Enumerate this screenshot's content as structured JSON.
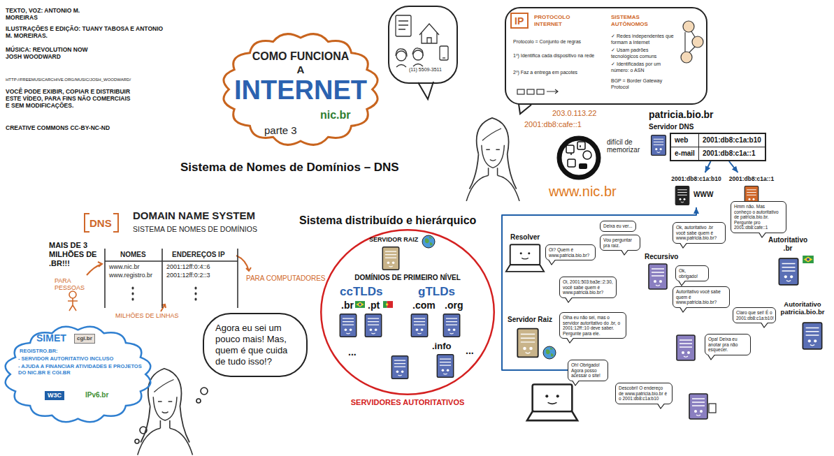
{
  "diagram": {
    "title": "Sistema de Nomes de Domínios – DNS",
    "nodes": [
      {
        "text": [
          "COMO FUNCIONA",
          "A",
          "INTERNET",
          "nic.br",
          "parte 3"
        ]
      },
      {
        "text": [
          "(11) 5509-3511"
        ]
      },
      {
        "text": [
          "IP",
          "PROTOCOLO INTERNET",
          "Protocolo = Conjunto de regras",
          "1º) Identifica cada dispositivo na rede",
          "2º) Faz a entrega em pacotes",
          "SISTEMAS AUTÔNOMOS",
          "✓ Redes independentes que formam a Internet",
          "✓ Usam padrões tecnológicos comuns",
          "✓ Identificadas por um número: o ASN",
          "BGP = Border Gateway Protocol"
        ]
      },
      {
        "text": [
          "web",
          "2001:db8:c1a:b10",
          "e-mail",
          "2001:db8:c1a::1"
        ]
      },
      {
        "text": [
          "2001:db8:c1a:b10",
          "WWW"
        ]
      },
      {
        "text": [
          "2001:db8:c1a::1"
        ]
      },
      {
        "text": [
          "NOMES",
          "ENDEREÇOS IP",
          "www.nic.br",
          "www.registro.br",
          "2001:12ff:0:4::6",
          "2001:12ff:0:2::3"
        ]
      },
      {
        "text": [
          "SERVIDOR RAIZ",
          "DOMÍNIOS DE PRIMEIRO NÍVEL",
          "ccTLDs",
          "gTLDs",
          ".br",
          ".pt",
          ".com",
          ".org",
          "...",
          ".info",
          "...",
          "SERVIDORES AUTORITATIVOS"
        ]
      },
      {
        "text": [
          "Agora eu sei um pouco mais! Mas, quem é que cuida de tudo isso!?"
        ]
      },
      {
        "text": [
          "SIMET",
          "cgi.br",
          "REGISTRO.BR:",
          "- SERVIDOR AUTORITATIVO INCLUSO",
          "- AJUDA A FINANCIAR ATIVIDADES E PROJETOS DO NIC.BR E CGI.BR",
          "W3C",
          "IPv6.br"
        ]
      },
      {
        "text": [
          "Oi? Quem é www.patricia.bio.br?"
        ]
      },
      {
        "text": [
          "Deixa eu ver..."
        ]
      },
      {
        "text": [
          "Vou perguntar pra raiz."
        ]
      },
      {
        "text": [
          "Oi, 2001:503:ba3e::2:30, você sabe quem é www.patricia.bio.br?"
        ]
      },
      {
        "text": [
          "Olha eu não sei, mas o servidor autoritativo do .br, o 2001:12ff::10 deve saber. Pergunte para ele."
        ]
      },
      {
        "text": [
          "Ok, autoritativo .br você sabe quem é www.patricia.bio.br?"
        ]
      },
      {
        "text": [
          "Hmm não. Mas conheço o autoritativo de patricia.bio.br. Pergunte pro 2001:db8:cafe::1"
        ]
      },
      {
        "text": [
          "Ok, obrigado!"
        ]
      },
      {
        "text": [
          "Autoritativo você sabe quem é www.patricia.bio.br?"
        ]
      },
      {
        "text": [
          "Claro que sei! É o 2001:db8:c1a:b10!"
        ]
      },
      {
        "text": [
          "Opa! Deixa eu anotar pra não esquecer."
        ]
      },
      {
        "text": [
          "Oh! Obrigado! Agora posso acessar o site!"
        ]
      },
      {
        "text": [
          "Descobri! O endereço de www.patricia.bio.br é o 2001:db8:c1a:b10"
        ]
      }
    ],
    "edges": [
      {
        "from": 3,
        "to": 4,
        "arrow": "to"
      },
      {
        "from": 3,
        "to": 5,
        "arrow": "to"
      },
      {
        "from": 21,
        "to": 4,
        "arrow": "to"
      }
    ],
    "labels": [
      "TEXTO, VOZ: ANTONIO M. MOREIRAS",
      "ILUSTRAÇÕES E EDIÇÃO: TUANY TABOSA E ANTONIO M. MOREIRAS.",
      "MÚSICA: REVOLUTION NOW JOSH WOODWARD",
      "HTTP://FREEMUSICARCHIVE.ORG/MUSIC/JOSH_WOODWARD/",
      "VOCÊ PODE EXIBIR, COPIAR E DISTRIBUIR ESTE VÍDEO, PARA FINS NÃO COMERCIAIS E SEM MODIFICAÇÕES.",
      "CREATIVE COMMONS CC-BY-NC-ND",
      "2001:db8:cafe::1",
      "203.0.113.22",
      "difícil de memorizar",
      "www.nic.br",
      "patricia.bio.br",
      "Servidor DNS",
      "DNS",
      "DOMAIN NAME SYSTEM",
      "SISTEMA DE NOMES DE DOMÍNIOS",
      "MAIS DE 3 MILHÕES DE .BR!!!",
      "PARA PESSOAS",
      "PARA COMPUTADORES",
      "MILHÕES DE LINHAS",
      "Sistema distribuído e hierárquico",
      "Resolver",
      "Recursivo",
      "Servidor Raiz",
      "Autoritativo .br",
      "Autoritativo patricia.bio.br"
    ]
  }
}
